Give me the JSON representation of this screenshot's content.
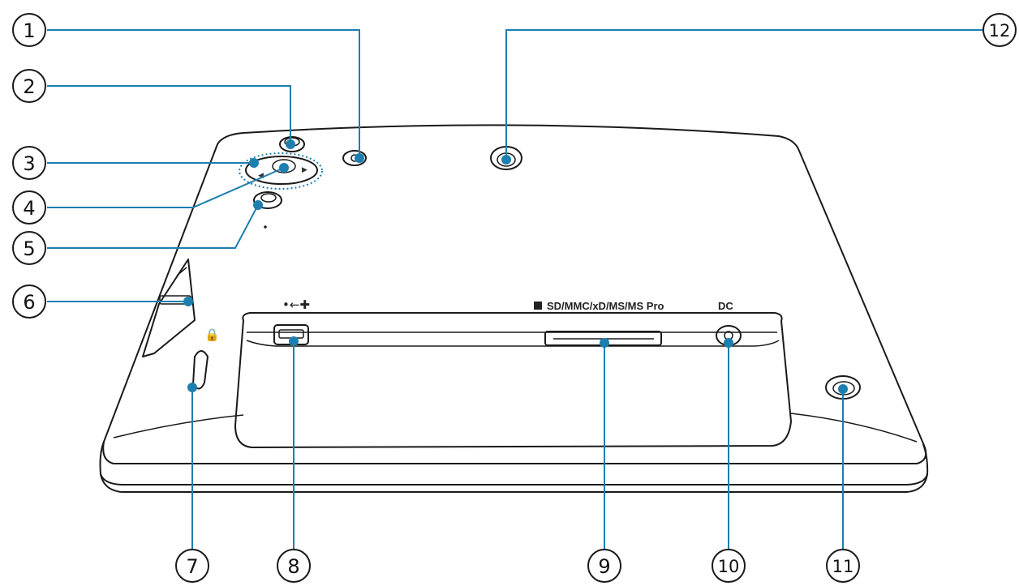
{
  "callouts": [
    {
      "id": "1",
      "label": "1"
    },
    {
      "id": "2",
      "label": "2"
    },
    {
      "id": "3",
      "label": "3"
    },
    {
      "id": "4",
      "label": "4"
    },
    {
      "id": "5",
      "label": "5"
    },
    {
      "id": "6",
      "label": "6"
    },
    {
      "id": "7",
      "label": "7"
    },
    {
      "id": "8",
      "label": "8"
    },
    {
      "id": "9",
      "label": "9"
    },
    {
      "id": "10",
      "label": "10"
    },
    {
      "id": "11",
      "label": "11"
    },
    {
      "id": "12",
      "label": "12"
    }
  ],
  "ports": {
    "usb_icon": "usb-icon",
    "card_slot_label": "SD/MMC/xD/MS/MS Pro",
    "dc_label": "DC",
    "lock_icon": "lock-icon"
  },
  "colors": {
    "leader": "#1c7fb0",
    "outline": "#1a1a1a"
  }
}
